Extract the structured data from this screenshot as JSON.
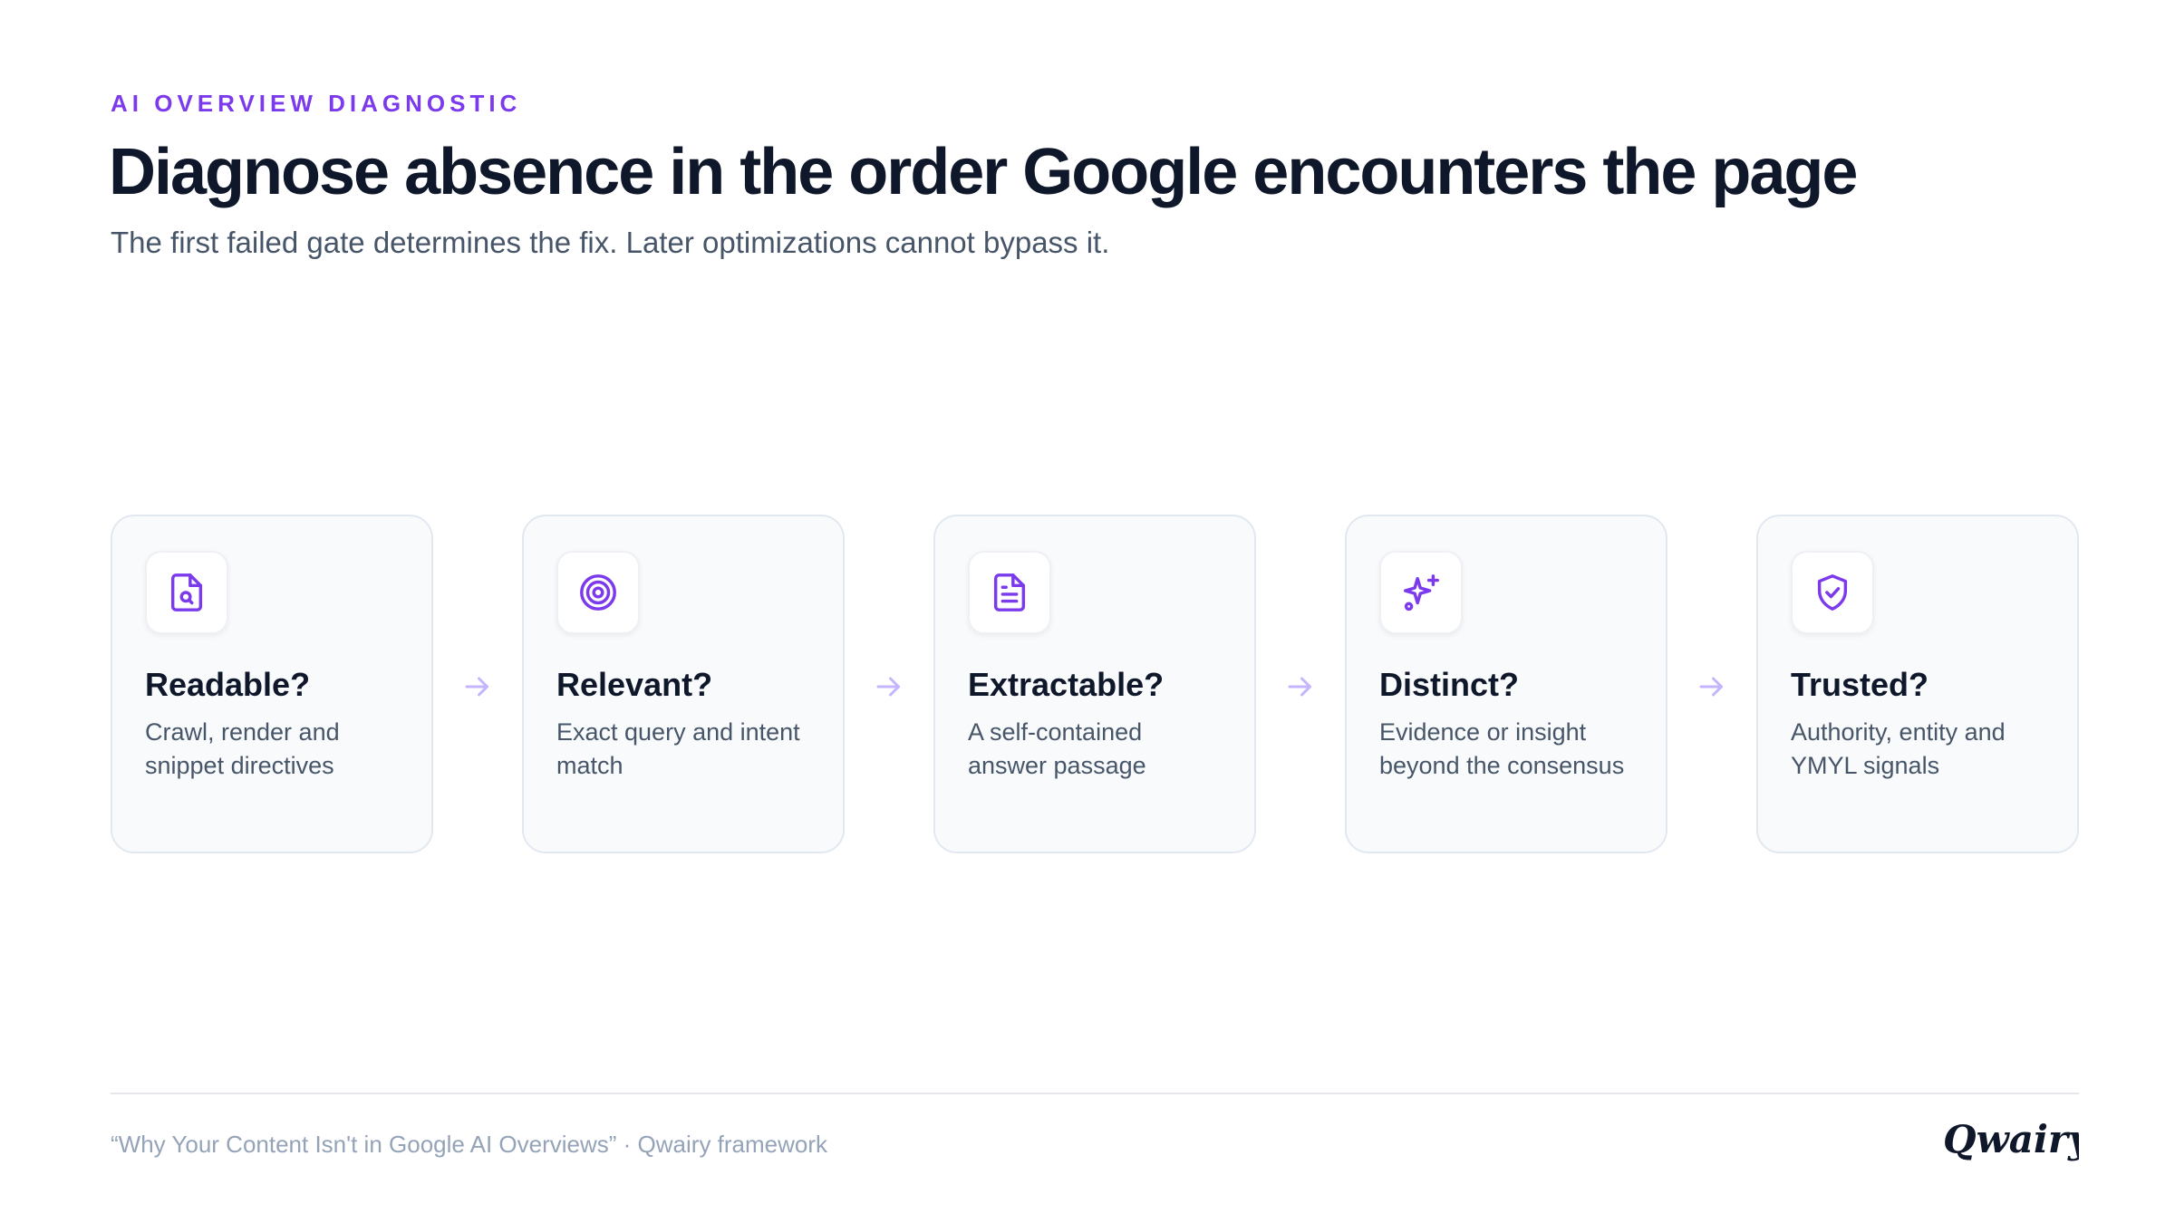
{
  "header": {
    "eyebrow": "AI OVERVIEW DIAGNOSTIC",
    "title": "Diagnose absence in the order Google encounters the page",
    "subtitle": "The first failed gate determines the fix. Later optimizations cannot bypass it."
  },
  "steps": [
    {
      "icon": "file-search-icon",
      "title": "Readable?",
      "desc": "Crawl, render and snippet directives"
    },
    {
      "icon": "target-icon",
      "title": "Relevant?",
      "desc": "Exact query and intent match"
    },
    {
      "icon": "document-icon",
      "title": "Extractable?",
      "desc": "A self-contained answer passage"
    },
    {
      "icon": "sparkles-icon",
      "title": "Distinct?",
      "desc": "Evidence or insight beyond the consensus"
    },
    {
      "icon": "shield-check-icon",
      "title": "Trusted?",
      "desc": "Authority, entity and YMYL signals"
    }
  ],
  "footer": {
    "note": "“Why Your Content Isn't in Google AI Overviews” · Qwairy framework",
    "logo_text": "Qwairy"
  },
  "colors": {
    "accent": "#7c3aed",
    "arrow": "#c4b5fd",
    "title": "#0f172a",
    "body": "#475569",
    "muted": "#94a3b8"
  }
}
